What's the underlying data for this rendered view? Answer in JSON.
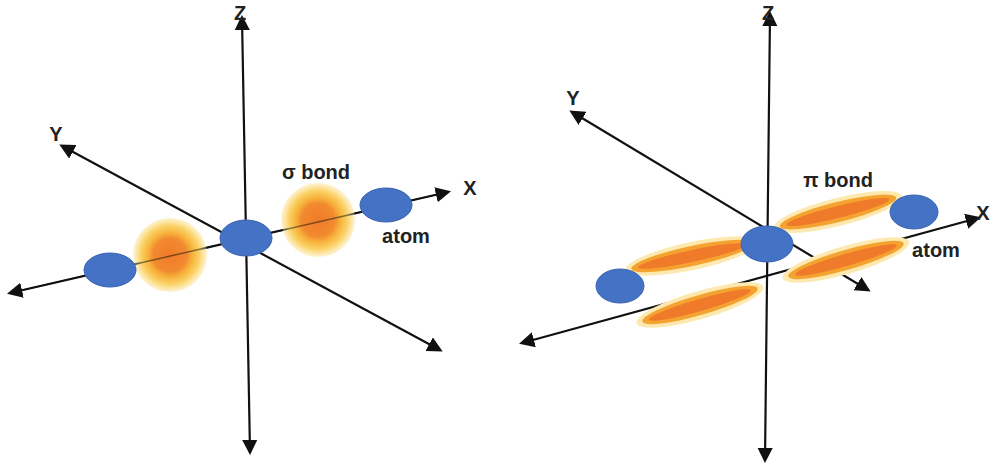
{
  "diagram": {
    "labels": [
      "Z",
      "Y",
      "σ bond",
      "X",
      "atom",
      "Z",
      "Y",
      "π bond",
      "X",
      "atom"
    ]
  }
}
